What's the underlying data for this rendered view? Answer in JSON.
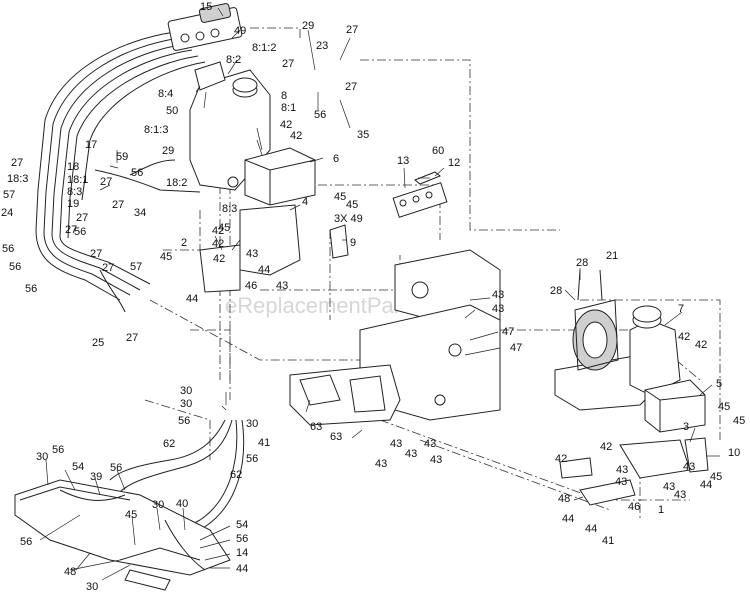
{
  "watermark": "eReplacementParts.com",
  "callouts": [
    "15",
    "49",
    "29",
    "27",
    "8:1:2",
    "23",
    "8:2",
    "27",
    "8:4",
    "27",
    "8",
    "8:1",
    "50",
    "56",
    "35",
    "8:1:3",
    "42",
    "42",
    "17",
    "59",
    "29",
    "6",
    "13",
    "60",
    "12",
    "27",
    "18",
    "56",
    "18:1",
    "18:2",
    "8:3",
    "18:3",
    "27",
    "19",
    "27",
    "34",
    "57",
    "8:3",
    "4",
    "45",
    "24",
    "27",
    "45",
    "3X 49",
    "56",
    "27",
    "45",
    "9",
    "56",
    "27",
    "42",
    "2",
    "42",
    "28",
    "21",
    "56",
    "57",
    "45",
    "42",
    "43",
    "44",
    "46",
    "43",
    "28",
    "7",
    "56",
    "27",
    "44",
    "43",
    "42",
    "42",
    "43",
    "25",
    "27",
    "47",
    "47",
    "5",
    "30",
    "56",
    "30",
    "63",
    "30",
    "41",
    "62",
    "56",
    "63",
    "43",
    "43",
    "45",
    "3",
    "45",
    "43",
    "43",
    "43",
    "42",
    "56",
    "42",
    "10",
    "30",
    "54",
    "56",
    "39",
    "62",
    "43",
    "43",
    "45",
    "43",
    "43",
    "44",
    "46",
    "43",
    "1",
    "48",
    "56",
    "40",
    "30",
    "45",
    "44",
    "44",
    "41",
    "54",
    "56",
    "14",
    "48",
    "30",
    "44"
  ]
}
